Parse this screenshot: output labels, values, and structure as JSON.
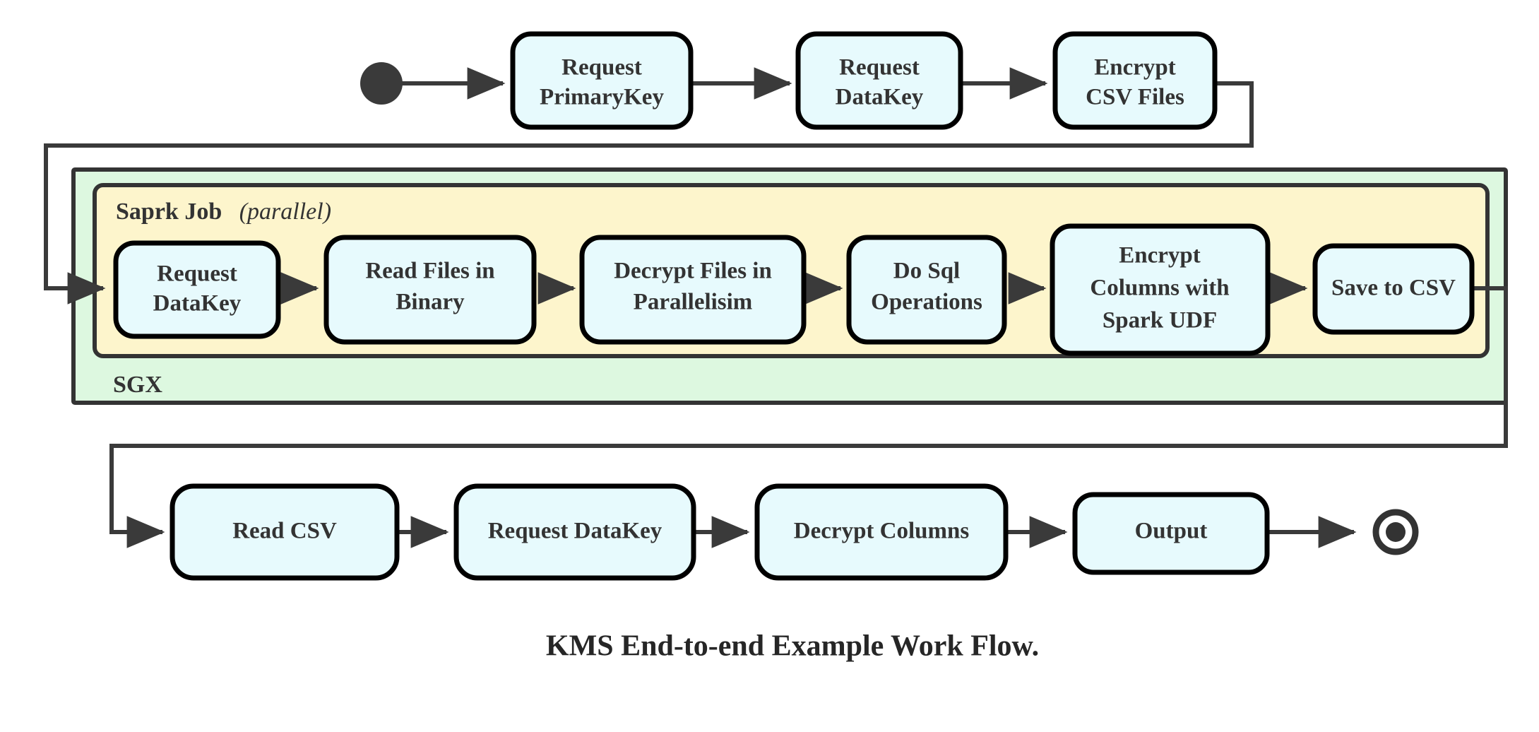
{
  "diagram": {
    "caption": "KMS End-to-end Example Work Flow.",
    "colors": {
      "node_fill": "#e7fafd",
      "node_stroke": "#000000",
      "sgx_fill": "#ddf8e0",
      "spark_fill": "#fdf5cc",
      "container_stroke": "#333333",
      "edge_stroke": "#3a3a3a",
      "text": "#333333",
      "page_background": "#ffffff"
    },
    "start_node": {
      "name": "start-node",
      "shape": "filled-circle"
    },
    "end_node": {
      "name": "end-node",
      "shape": "bullseye-circle"
    },
    "containers": [
      {
        "id": "sgx",
        "label": "SGX",
        "label_position": "bottom-left"
      },
      {
        "id": "spark",
        "label": "Saprk Job",
        "label_suffix_italic": "(parallel)",
        "label_position": "top-left"
      }
    ],
    "rows": [
      {
        "id": "row-top",
        "nodes": [
          {
            "id": "request-primarykey",
            "lines": [
              "Request",
              "PrimaryKey"
            ]
          },
          {
            "id": "request-datakey-top",
            "lines": [
              "Request",
              "DataKey"
            ]
          },
          {
            "id": "encrypt-csv-files",
            "lines": [
              "Encrypt",
              "CSV Files"
            ]
          }
        ]
      },
      {
        "id": "row-spark",
        "nodes": [
          {
            "id": "request-datakey-spark",
            "lines": [
              "Request",
              "DataKey"
            ]
          },
          {
            "id": "read-files-in-binary",
            "lines": [
              "Read Files in",
              "Binary"
            ]
          },
          {
            "id": "decrypt-files-in-parallelisim",
            "lines": [
              "Decrypt Files in",
              "Parallelisim"
            ]
          },
          {
            "id": "do-sql-operations",
            "lines": [
              "Do Sql",
              "Operations"
            ]
          },
          {
            "id": "encrypt-columns-with-spark-udf",
            "lines": [
              "Encrypt",
              "Columns with",
              "Spark UDF"
            ]
          },
          {
            "id": "save-to-csv",
            "lines": [
              "Save to CSV"
            ]
          }
        ]
      },
      {
        "id": "row-bottom",
        "nodes": [
          {
            "id": "read-csv",
            "lines": [
              "Read CSV"
            ]
          },
          {
            "id": "request-datakey-bottom",
            "lines": [
              "Request DataKey"
            ]
          },
          {
            "id": "decrypt-columns",
            "lines": [
              "Decrypt Columns"
            ]
          },
          {
            "id": "output",
            "lines": [
              "Output"
            ]
          }
        ]
      }
    ],
    "edges": [
      {
        "from": "start-node",
        "to": "request-primarykey",
        "type": "straight"
      },
      {
        "from": "request-primarykey",
        "to": "request-datakey-top",
        "type": "straight"
      },
      {
        "from": "request-datakey-top",
        "to": "encrypt-csv-files",
        "type": "straight"
      },
      {
        "from": "encrypt-csv-files",
        "to": "request-datakey-spark",
        "type": "orthogonal-wrap-left"
      },
      {
        "from": "request-datakey-spark",
        "to": "read-files-in-binary",
        "type": "straight"
      },
      {
        "from": "read-files-in-binary",
        "to": "decrypt-files-in-parallelisim",
        "type": "straight"
      },
      {
        "from": "decrypt-files-in-parallelisim",
        "to": "do-sql-operations",
        "type": "straight"
      },
      {
        "from": "do-sql-operations",
        "to": "encrypt-columns-with-spark-udf",
        "type": "straight"
      },
      {
        "from": "encrypt-columns-with-spark-udf",
        "to": "save-to-csv",
        "type": "straight"
      },
      {
        "from": "save-to-csv",
        "to": "read-csv",
        "type": "orthogonal-wrap-right"
      },
      {
        "from": "read-csv",
        "to": "request-datakey-bottom",
        "type": "straight"
      },
      {
        "from": "request-datakey-bottom",
        "to": "decrypt-columns",
        "type": "straight"
      },
      {
        "from": "decrypt-columns",
        "to": "output",
        "type": "straight"
      },
      {
        "from": "output",
        "to": "end-node",
        "type": "straight"
      }
    ]
  }
}
